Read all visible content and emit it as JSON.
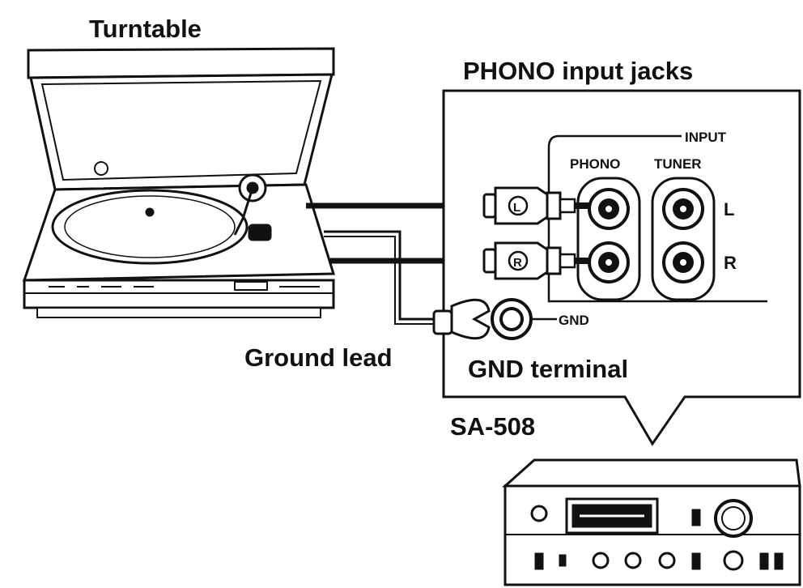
{
  "labels": {
    "turntable": "Turntable",
    "phono_input_jacks": "PHONO input jacks",
    "input": "INPUT",
    "phono": "PHONO",
    "tuner": "TUNER",
    "left": "L",
    "right": "R",
    "plug_left": "L",
    "plug_right": "R",
    "gnd": "GND",
    "ground_lead": "Ground lead",
    "gnd_terminal": "GND terminal",
    "model": "SA-508"
  }
}
